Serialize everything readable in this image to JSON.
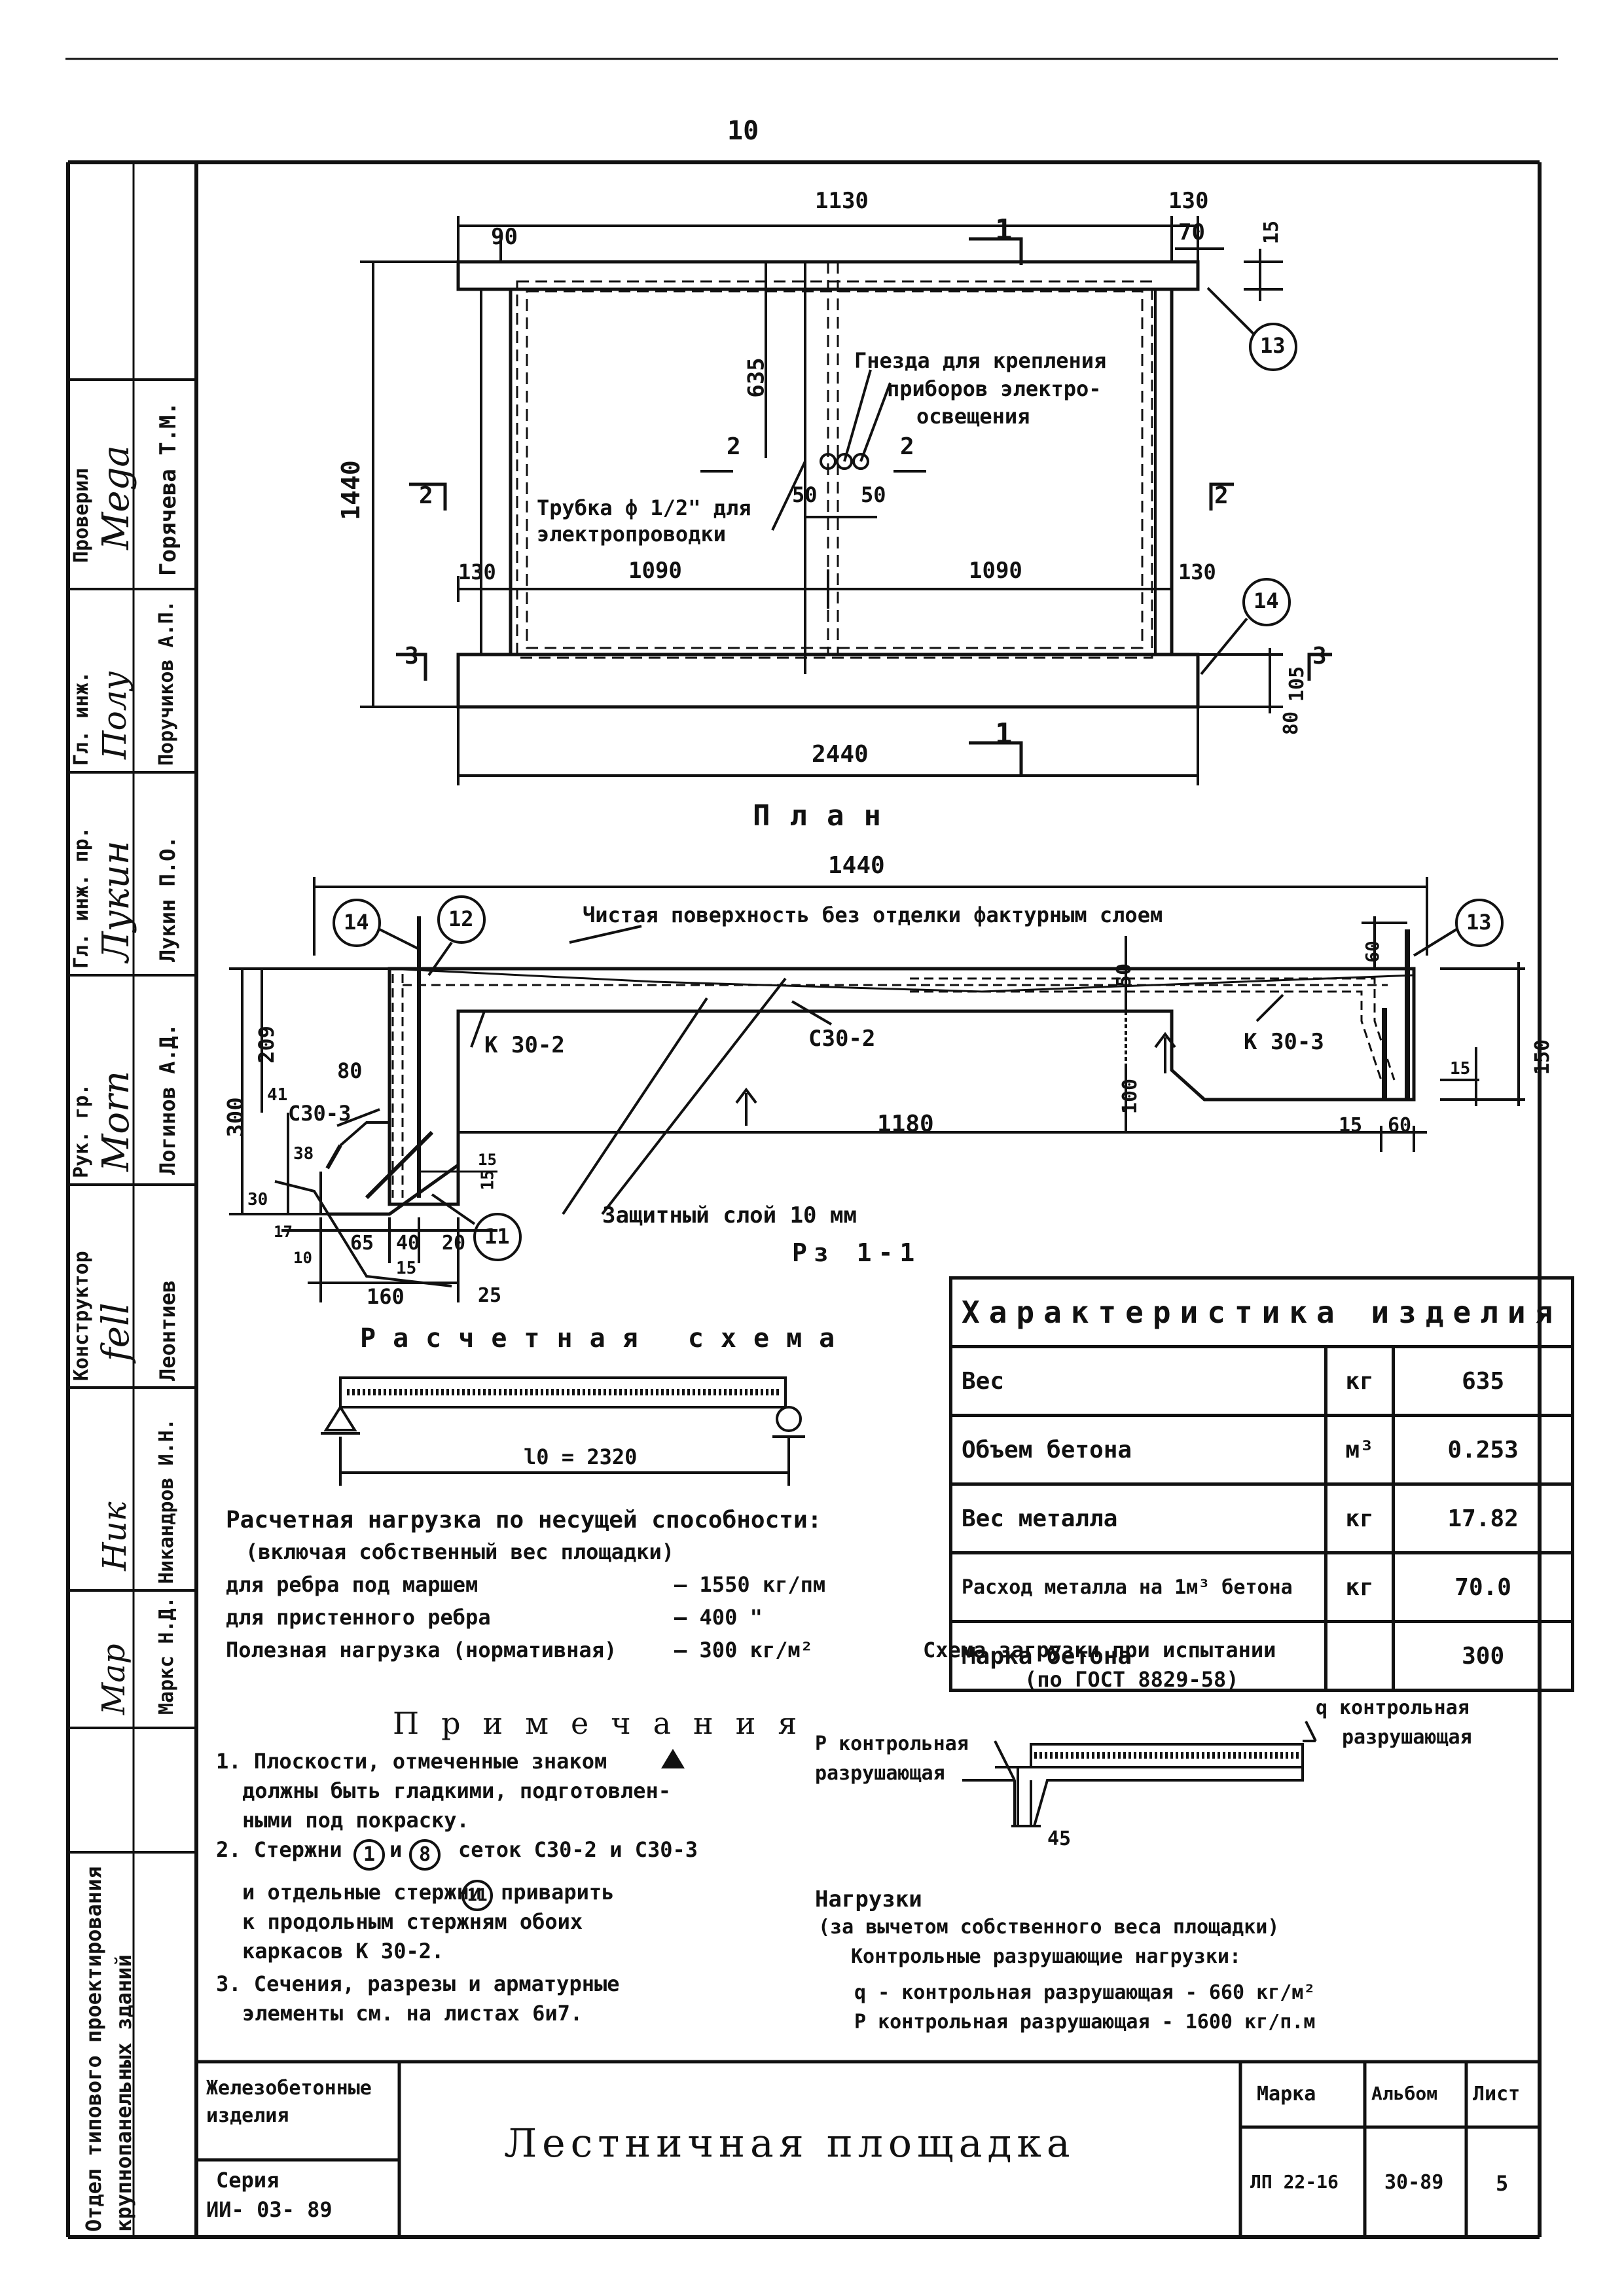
{
  "page": {
    "page_number": "10"
  },
  "plan": {
    "dim_top_overall": "1130",
    "dim_top_right": "130",
    "dim_90": "90",
    "dim_70": "70",
    "dim_15": "15",
    "dim_height": "1440",
    "dim_635": "635",
    "dim_50_left": "50",
    "dim_50_right": "50",
    "dim_130_left": "130",
    "dim_1090_left": "1090",
    "dim_1090_right": "1090",
    "dim_130_right": "130",
    "dim_105": "105",
    "dim_80": "80",
    "dim_bottom_overall": "2440",
    "section_1": "1",
    "section_2": "2",
    "section_3": "3",
    "note_nests": "Гнезда для крепления",
    "note_nests_2": "приборов электро-",
    "note_nests_3": "освещения",
    "note_tube": "Трубка ф 1/2\" для",
    "note_tube_2": "электропроводки",
    "callout_13": "13",
    "callout_14": "14",
    "caption": "План"
  },
  "section": {
    "dim_overall": "1440",
    "note_surface": "Чистая поверхность без отделки фактурным слоем",
    "callout_14": "14",
    "callout_12": "12",
    "callout_13": "13",
    "callout_11": "11",
    "frame_left": "К 30-2",
    "mesh_mid": "С30-2",
    "frame_right": "К 30-3",
    "mesh_left": "С30-3",
    "dim_300": "300",
    "dim_209": "209",
    "dim_80": "80",
    "dim_41": "41",
    "dim_38": "38",
    "dim_30": "30",
    "dim_17": "17",
    "dim_10": "10",
    "dim_65": "65",
    "dim_40": "40",
    "dim_20": "20",
    "dim_15a": "15",
    "dim_15b": "15",
    "dim_15c": "15",
    "dim_160": "160",
    "dim_25": "25",
    "dim_50": "50",
    "dim_100": "100",
    "dim_1180": "1180",
    "dim_15d": "15",
    "dim_60": "60",
    "dim_60b": "60",
    "dim_150": "150",
    "dim_15e": "15",
    "note_cover": "Защитный слой 10 мм",
    "caption": "Рз 1-1"
  },
  "calc_scheme": {
    "title": "Расчетная схема",
    "span_label": "l0 = 2320"
  },
  "characteristics": {
    "header": "Характеристика изделия",
    "rows": [
      {
        "label": "Вес",
        "unit": "кг",
        "value": "635"
      },
      {
        "label": "Объем бетона",
        "unit": "м³",
        "value": "0.253"
      },
      {
        "label": "Вес металла",
        "unit": "кг",
        "value": "17.82"
      },
      {
        "label": "Расход металла на 1м³ бетона",
        "unit": "кг",
        "value": "70.0"
      },
      {
        "label": "Марка бетона",
        "unit": "",
        "value": "300"
      }
    ]
  },
  "loads": {
    "line1": "Расчетная нагрузка по несущей способности:",
    "line2": "(включая собственный вес площадки)",
    "line3_label": "для ребра под маршем",
    "line3_value": "— 1550 кг/пм",
    "line4_label": "для пристенного ребра",
    "line4_value": "— 400 \"",
    "line5_label": "Полезная нагрузка (нормативная)",
    "line5_value": "— 300 кг/м²"
  },
  "test_scheme": {
    "title": "Схема загрузки при испытании",
    "subtitle": "(по ГОСТ 8829-58)",
    "label_left_1": "P контрольная",
    "label_left_2": "разрушающая",
    "label_right_1": "q контрольная",
    "label_right_2": "разрушающая",
    "dim_45": "45"
  },
  "notes": {
    "title": "Примечания",
    "n1_a": "1. Плоскости, отмеченные знаком",
    "n1_b": "должны быть гладкими, подготовлен-",
    "n1_c": "ными под покраску.",
    "n2_a": "2. Стержни",
    "n2_m1": "1",
    "n2_and": "и",
    "n2_m2": "8",
    "n2_b": "сеток С30-2 и С30-3",
    "n2_c": "и отдельные стержни",
    "n2_m3": "11",
    "n2_d": "приварить",
    "n2_e": "к продольным стержням обоих",
    "n2_f": "каркасов К 30-2.",
    "n3_a": "3. Сечения, разрезы и арматурные",
    "n3_b": "элементы см. на листах 6и7."
  },
  "loads_test": {
    "title": "Нагрузки",
    "l1": "(за вычетом собственного веса площадки)",
    "l2": "Контрольные разрушающие нагрузки:",
    "l3": "q - контрольная разрушающая - 660 кг/м²",
    "l4": "P контрольная разрушающая - 1600 кг/п.м"
  },
  "title_block": {
    "group": "Железобетонные изделия",
    "series_label": "Серия",
    "series_value": "ИИ- 03- 89",
    "title": "Лестничная площадка",
    "mark_label": "Марка",
    "album_label": "Альбом",
    "sheet_label": "Лист",
    "mark_value": "ЛП 22-16",
    "album_value": "30-89",
    "sheet_value": "5"
  },
  "stamp": {
    "org": "Отдел типового проектирования крупнопанельных зданий",
    "rows": [
      {
        "role": "Проверил",
        "name": "Горячева Т.М."
      },
      {
        "role": "Гл. инж.",
        "name": "Поручиков А.П."
      },
      {
        "role": "Гл. инж. пр.",
        "name": "Лукин П.О."
      },
      {
        "role": "Рук. гр.",
        "name": "Логинов А.Д."
      },
      {
        "role": "Конструктор",
        "name": "Леонтиев"
      },
      {
        "role": "",
        "name": "Никандров И.Н."
      },
      {
        "role": "",
        "name": "Маркс Н.Д."
      }
    ]
  }
}
